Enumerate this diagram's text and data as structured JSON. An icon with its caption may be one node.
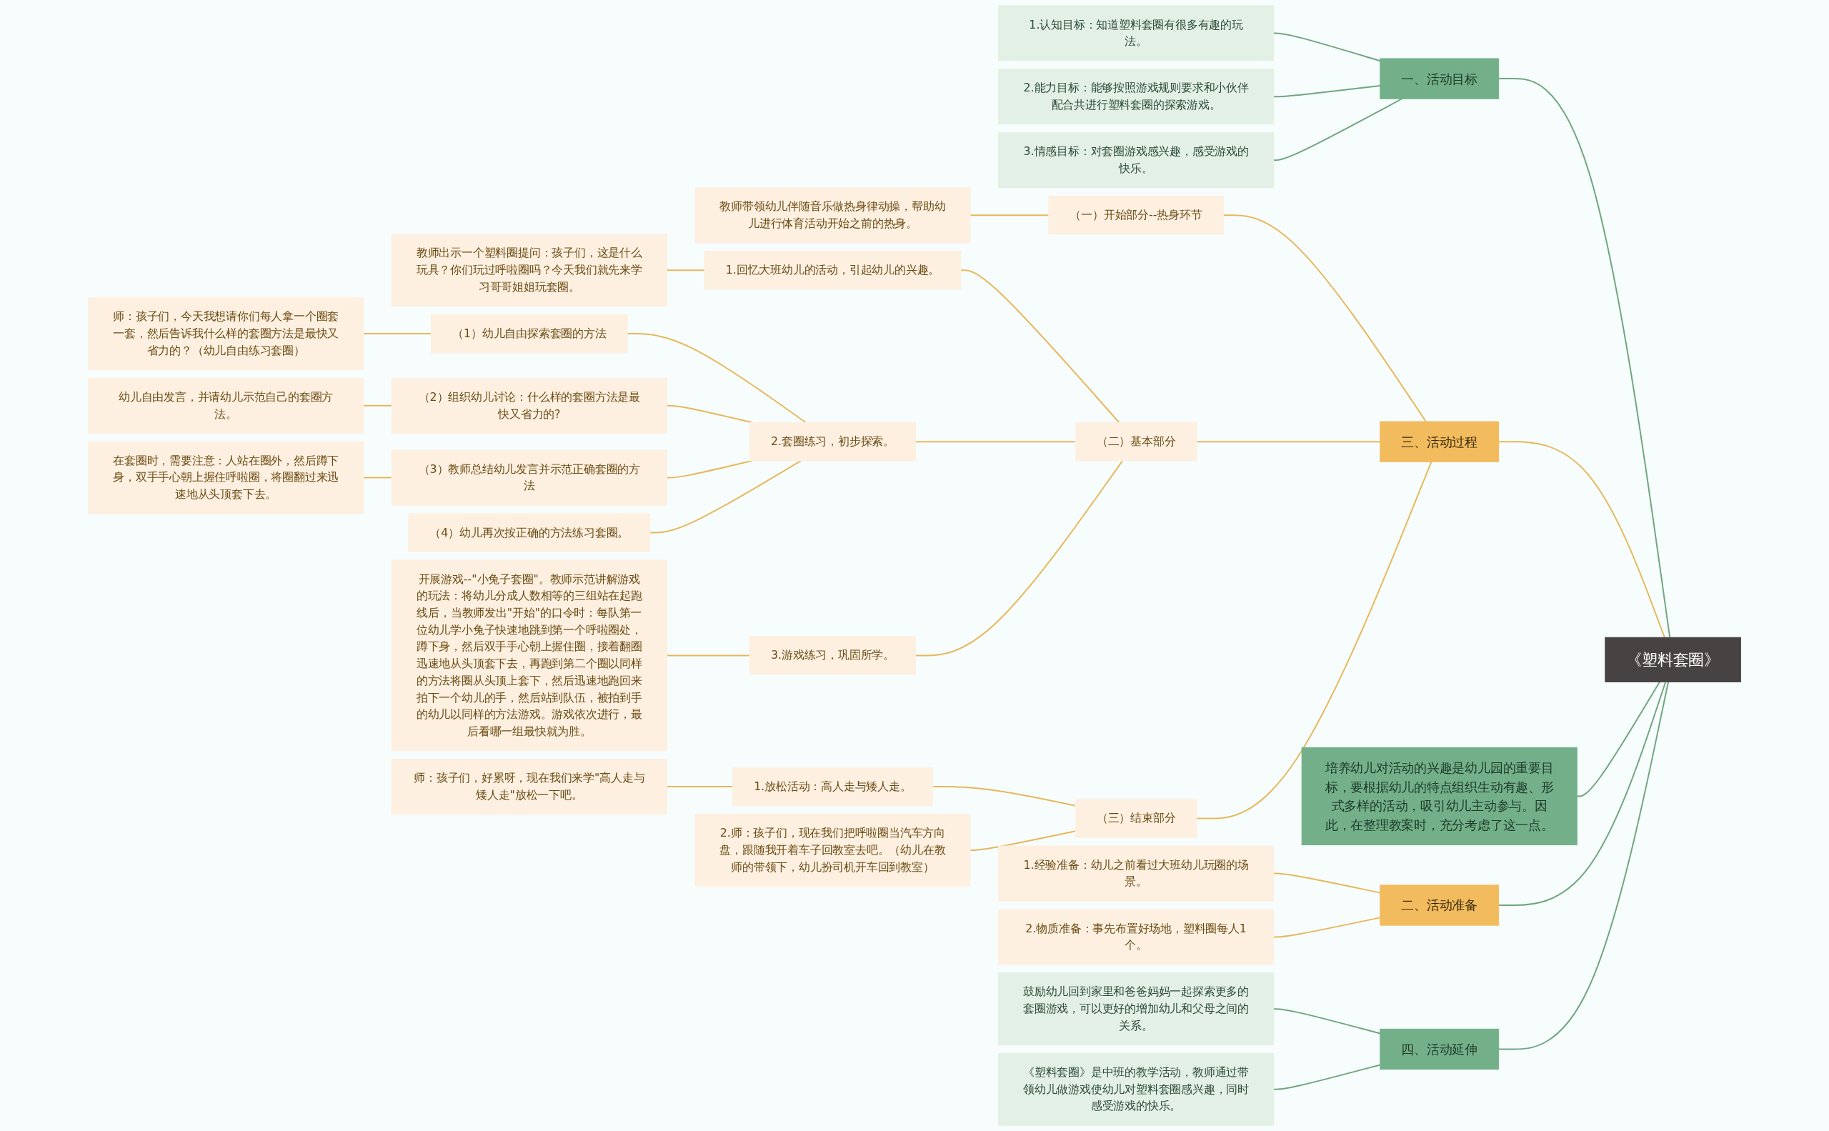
{
  "diagram": {
    "nodes": [
      {
        "text": [
          "《塑料套圈》"
        ]
      },
      {
        "text": [
          "一、活动目标"
        ]
      },
      {
        "text": [
          "1.认知目标：知道塑料套圈有很多有趣的玩法。"
        ]
      },
      {
        "text": [
          "2.能力目标：能够按照游戏规则要求和小伙伴配合共进行塑料套圈的探索游戏。"
        ]
      },
      {
        "text": [
          "3.情感目标：对套圈游戏感兴趣，感受游戏的快乐。"
        ]
      },
      {
        "text": [
          "三、活动过程"
        ]
      },
      {
        "text": [
          "（一）开始部分--热身环节"
        ]
      },
      {
        "text": [
          "教师带领幼儿伴随音乐做热身律动操，帮助幼儿进行体育活动开始之前的热身。"
        ]
      },
      {
        "text": [
          "（二）基本部分"
        ]
      },
      {
        "text": [
          "1.回忆大班幼儿的活动，引起幼儿的兴趣。"
        ]
      },
      {
        "text": [
          "教师出示一个塑料圈提问：孩子们，这是什么玩具？你们玩过呼啦圈吗？今天我们就先来学习哥哥姐姐玩套圈。"
        ]
      },
      {
        "text": [
          "2.套圈练习，初步探索。"
        ]
      },
      {
        "text": [
          "（1）幼儿自由探索套圈的方法"
        ]
      },
      {
        "text": [
          "师：孩子们，今天我想请你们每人拿一个圈套一套，然后告诉我什么样的套圈方法是最快又省力的？（幼儿自由练习套圈）"
        ]
      },
      {
        "text": [
          "（2）组织幼儿讨论：什么样的套圈方法是最快又省力的?"
        ]
      },
      {
        "text": [
          "幼儿自由发言，并请幼儿示范自己的套圈方法。"
        ]
      },
      {
        "text": [
          "（3）教师总结幼儿发言并示范正确套圈的方法"
        ]
      },
      {
        "text": [
          "在套圈时，需要注意：人站在圈外，然后蹲下身，双手手心朝上握住呼啦圈，将圈翻过来迅速地从头顶套下去。"
        ]
      },
      {
        "text": [
          "（4）幼儿再次按正确的方法练习套圈。"
        ]
      },
      {
        "text": [
          "3.游戏练习，巩固所学。"
        ]
      },
      {
        "text": [
          "开展游戏--\"小兔子套圈\"。教师示范讲解游戏的玩法：将幼儿分成人数相等的三组站在起跑线后，当教师发出\"开始\"的口令时：每队第一位幼儿学小兔子快速地跳到第一个呼啦圈处，蹲下身，然后双手手心朝上握住圈，接着翻圈迅速地从头顶套下去，再跑到第二个圈以同样的方法将圈从头顶上套下，然后迅速地跑回来拍下一个幼儿的手，然后站到队伍，被拍到手的幼儿以同样的方法游戏。游戏依次进行，最后看哪一组最快就为胜。"
        ]
      },
      {
        "text": [
          "（三）结束部分"
        ]
      },
      {
        "text": [
          "1.放松活动：高人走与矮人走。"
        ]
      },
      {
        "text": [
          "师：孩子们，好累呀，现在我们来学\"高人走与矮人走\"放松一下吧。"
        ]
      },
      {
        "text": [
          "2.师：孩子们，现在我们把呼啦圈当汽车方向盘，跟随我开着车子回教室去吧。（幼儿在教师的带领下，幼儿扮司机开车回到教室）"
        ]
      },
      {
        "text": [
          "培养幼儿对活动的兴趣是幼儿园的重要目标，要根据幼儿的特点组织生动有趣、形式多样的活动，吸引幼儿主动参与。因此，在整理教案时，充分考虑了这一点。"
        ]
      },
      {
        "text": [
          "二、活动准备"
        ]
      },
      {
        "text": [
          "1.经验准备：幼儿之前看过大班幼儿玩圈的场景。"
        ]
      },
      {
        "text": [
          "2.物质准备：事先布置好场地，塑料圈每人1个。"
        ]
      },
      {
        "text": [
          "四、活动延伸"
        ]
      },
      {
        "text": [
          "鼓励幼儿回到家里和爸爸妈妈一起探索更多的套圈游戏，可以更好的增加幼儿和父母之间的关系。"
        ]
      },
      {
        "text": [
          "《塑料套圈》是中班的教学活动，教师通过带领幼儿做游戏使幼儿对塑料套圈感兴趣，同时感受游戏的快乐。"
        ]
      }
    ],
    "edges": [
      {
        "from": 0,
        "to": 1,
        "arrow": "none",
        "color": "#6fa67f"
      },
      {
        "from": 1,
        "to": 2,
        "arrow": "none",
        "color": "#6fa67f"
      },
      {
        "from": 1,
        "to": 3,
        "arrow": "none",
        "color": "#6fa67f"
      },
      {
        "from": 1,
        "to": 4,
        "arrow": "none",
        "color": "#6fa67f"
      },
      {
        "from": 0,
        "to": 5,
        "arrow": "none"
      },
      {
        "from": 5,
        "to": 6,
        "arrow": "none"
      },
      {
        "from": 6,
        "to": 7,
        "arrow": "none"
      },
      {
        "from": 5,
        "to": 8,
        "arrow": "none"
      },
      {
        "from": 8,
        "to": 9,
        "arrow": "none"
      },
      {
        "from": 9,
        "to": 10,
        "arrow": "none"
      },
      {
        "from": 8,
        "to": 11,
        "arrow": "none"
      },
      {
        "from": 11,
        "to": 12,
        "arrow": "none"
      },
      {
        "from": 12,
        "to": 13,
        "arrow": "none"
      },
      {
        "from": 11,
        "to": 14,
        "arrow": "none"
      },
      {
        "from": 14,
        "to": 15,
        "arrow": "none"
      },
      {
        "from": 11,
        "to": 16,
        "arrow": "none"
      },
      {
        "from": 16,
        "to": 17,
        "arrow": "none"
      },
      {
        "from": 11,
        "to": 18,
        "arrow": "none"
      },
      {
        "from": 8,
        "to": 19,
        "arrow": "none"
      },
      {
        "from": 19,
        "to": 20,
        "arrow": "none"
      },
      {
        "from": 5,
        "to": 21,
        "arrow": "none"
      },
      {
        "from": 21,
        "to": 22,
        "arrow": "none"
      },
      {
        "from": 22,
        "to": 23,
        "arrow": "none"
      },
      {
        "from": 21,
        "to": 24,
        "arrow": "none"
      },
      {
        "from": 0,
        "to": 25,
        "arrow": "none",
        "color": "#6fa67f"
      },
      {
        "from": 0,
        "to": 26,
        "arrow": "none",
        "color": "#6fa67f"
      },
      {
        "from": 26,
        "to": 27,
        "arrow": "none"
      },
      {
        "from": 26,
        "to": 28,
        "arrow": "none"
      },
      {
        "from": 0,
        "to": 29,
        "arrow": "none",
        "color": "#6fa67f"
      },
      {
        "from": 29,
        "to": 30,
        "arrow": "none",
        "color": "#6fa67f"
      },
      {
        "from": 29,
        "to": 31,
        "arrow": "none",
        "color": "#6fa67f"
      }
    ]
  }
}
